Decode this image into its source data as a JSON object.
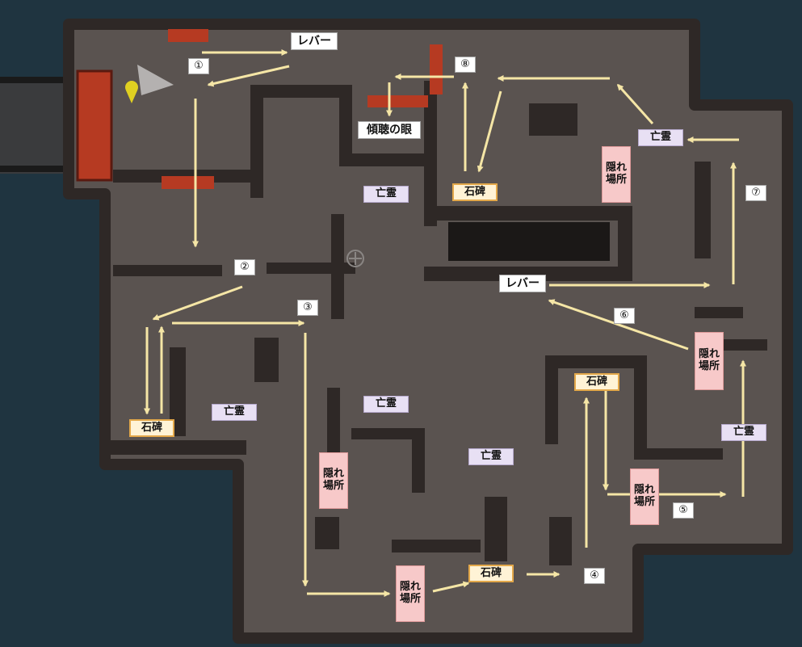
{
  "colors": {
    "water": "#1f3440",
    "floor": "#5a5350",
    "wall": "#2e2826",
    "door": "#b63a22",
    "arrow": "#f5e6a6",
    "marker": "#e0d021"
  },
  "icons": {
    "player": "location-pin-icon",
    "center": "crosshair-icon"
  },
  "labels": [
    {
      "id": "lever-top",
      "kind": "white",
      "text": "レバー"
    },
    {
      "id": "step-1",
      "kind": "num",
      "text": "①"
    },
    {
      "id": "step-8",
      "kind": "num",
      "text": "⑧"
    },
    {
      "id": "listening-eye",
      "kind": "white",
      "text": "傾聴の眼"
    },
    {
      "id": "ghost-ne",
      "kind": "ghost",
      "text": "亡霊"
    },
    {
      "id": "hiding-spot-ne",
      "kind": "hide",
      "text": "隠れ\n場所"
    },
    {
      "id": "ghost-center-top",
      "kind": "ghost",
      "text": "亡霊"
    },
    {
      "id": "stone-top",
      "kind": "stone",
      "text": "石碑"
    },
    {
      "id": "step-7",
      "kind": "num",
      "text": "⑦"
    },
    {
      "id": "step-2",
      "kind": "num",
      "text": "②"
    },
    {
      "id": "lever-mid",
      "kind": "white",
      "text": "レバー"
    },
    {
      "id": "step-3",
      "kind": "num",
      "text": "③"
    },
    {
      "id": "step-6",
      "kind": "num",
      "text": "⑥"
    },
    {
      "id": "hiding-spot-east",
      "kind": "hide",
      "text": "隠れ\n場所"
    },
    {
      "id": "stone-east",
      "kind": "stone",
      "text": "石碑"
    },
    {
      "id": "ghost-center",
      "kind": "ghost",
      "text": "亡霊"
    },
    {
      "id": "ghost-west",
      "kind": "ghost",
      "text": "亡霊"
    },
    {
      "id": "stone-west",
      "kind": "stone",
      "text": "石碑"
    },
    {
      "id": "ghost-east",
      "kind": "ghost",
      "text": "亡霊"
    },
    {
      "id": "ghost-south",
      "kind": "ghost",
      "text": "亡霊"
    },
    {
      "id": "hiding-spot-center",
      "kind": "hide",
      "text": "隠れ\n場所"
    },
    {
      "id": "hiding-spot-se",
      "kind": "hide",
      "text": "隠れ\n場所"
    },
    {
      "id": "step-5",
      "kind": "num",
      "text": "⑤"
    },
    {
      "id": "hiding-spot-south",
      "kind": "hide",
      "text": "隠れ\n場所"
    },
    {
      "id": "stone-south",
      "kind": "stone",
      "text": "石碑"
    },
    {
      "id": "step-4",
      "kind": "num",
      "text": "④"
    }
  ]
}
